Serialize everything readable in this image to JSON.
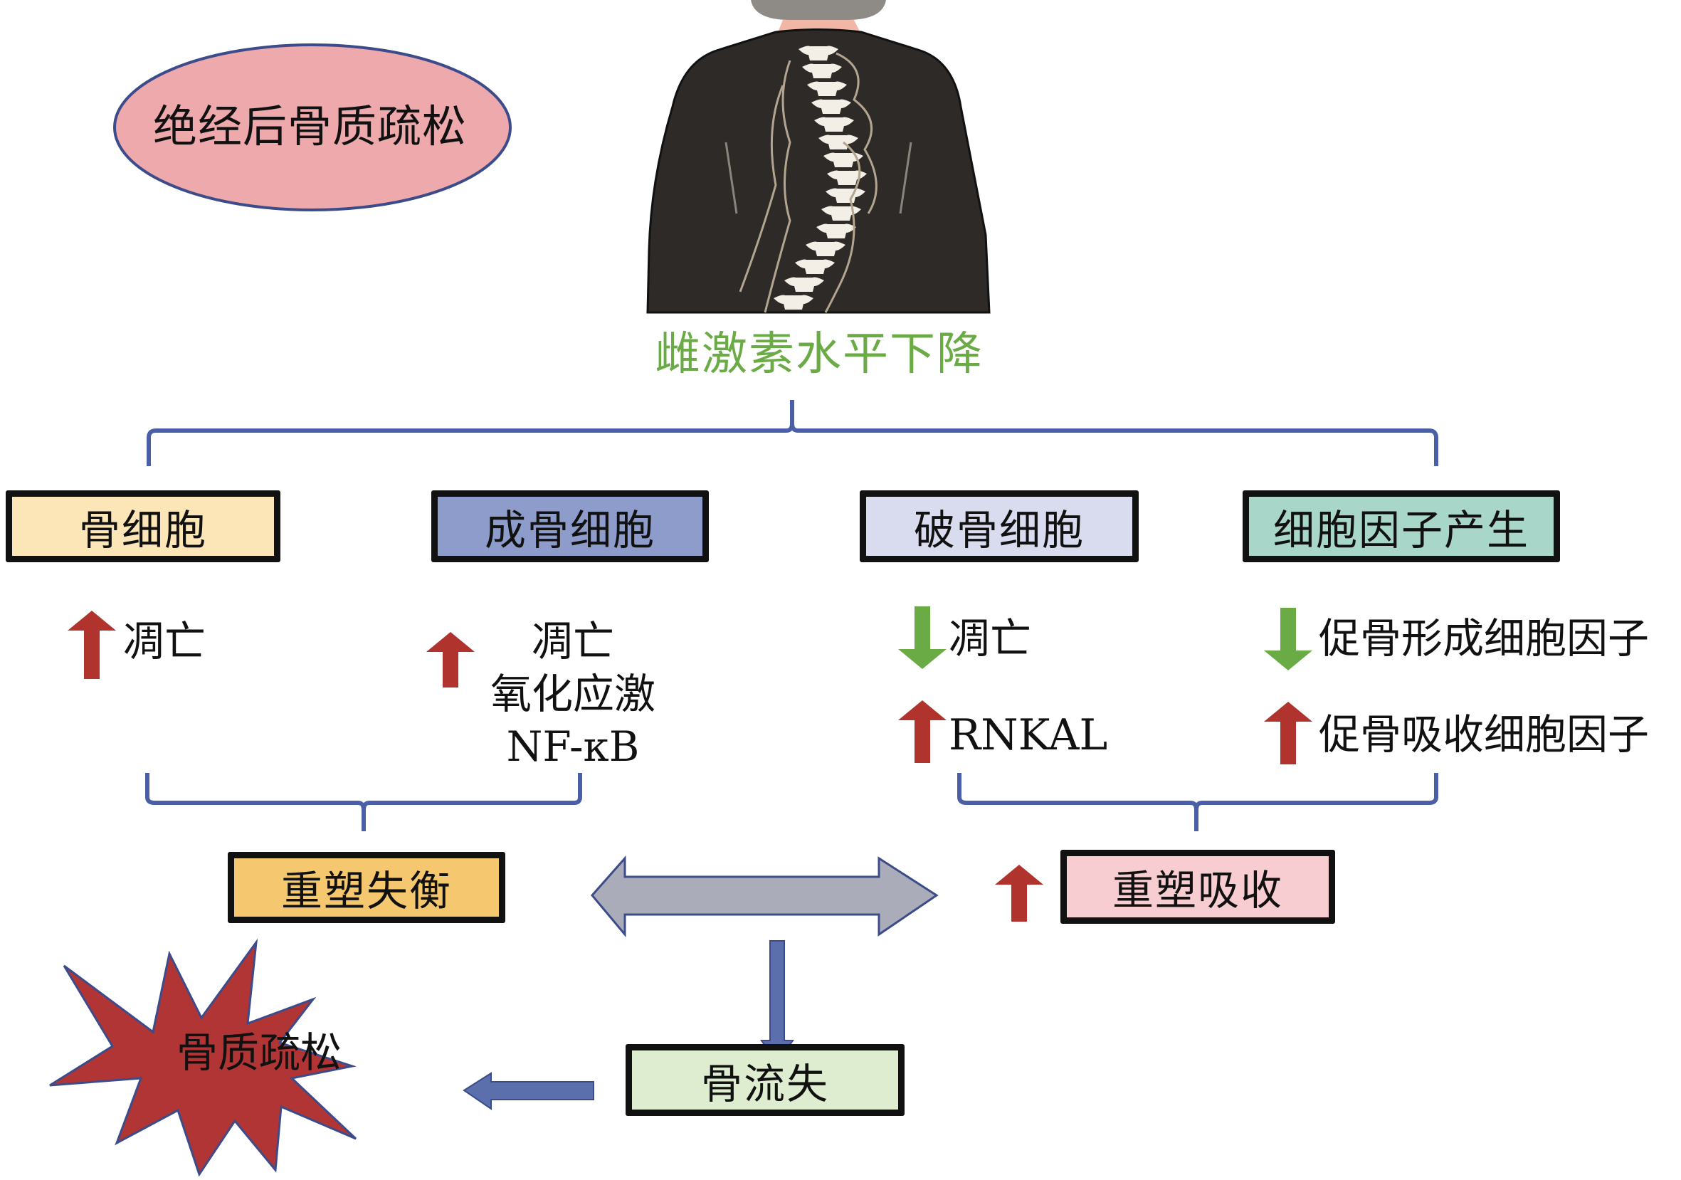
{
  "title_ellipse": {
    "label": "绝经后骨质疏松",
    "fill": "#eea9ad",
    "stroke": "#3c4b8a"
  },
  "illustration": {
    "name": "woman-back-spine-illustration",
    "subject": "Woman's back with curved spine"
  },
  "cause_label": {
    "text": "雌激素水平下降",
    "color": "#6aab45"
  },
  "categories": [
    {
      "id": "osteocyte",
      "label": "骨细胞",
      "fill": "#fce6b8"
    },
    {
      "id": "osteoblast",
      "label": "成骨细胞",
      "fill": "#8d9ccb"
    },
    {
      "id": "osteoclast",
      "label": "破骨细胞",
      "fill": "#d9dbef"
    },
    {
      "id": "cytokine",
      "label": "细胞因子产生",
      "fill": "#a8d6c8"
    }
  ],
  "effects": {
    "osteocyte": [
      {
        "direction": "up",
        "text": "凋亡"
      }
    ],
    "osteoblast": {
      "direction": "up",
      "lines": [
        "凋亡",
        "氧化应激",
        "NF-κB"
      ]
    },
    "osteoclast": [
      {
        "direction": "down",
        "text": "凋亡"
      },
      {
        "direction": "up",
        "text": "RNKAL"
      }
    ],
    "cytokine": [
      {
        "direction": "down",
        "text": "促骨形成细胞因子"
      },
      {
        "direction": "up",
        "text": "促骨吸收细胞因子"
      }
    ]
  },
  "outcomes": {
    "remodeling_imbalance": {
      "label": "重塑失衡",
      "fill": "#f5c76e"
    },
    "remodeling_resorption": {
      "label": "重塑吸收",
      "fill": "#f7cdd1",
      "direction": "up"
    },
    "bone_loss": {
      "label": "骨流失",
      "fill": "#deeccf"
    },
    "osteoporosis": {
      "label": "骨质疏松",
      "fill": "#b23535"
    }
  },
  "colors": {
    "arrow_up": "#b0332e",
    "arrow_down": "#6aab45",
    "bracket": "#4a5fa6",
    "double_arrow_fill": "#aaadb9",
    "flow_arrow": "#5b6fad"
  }
}
